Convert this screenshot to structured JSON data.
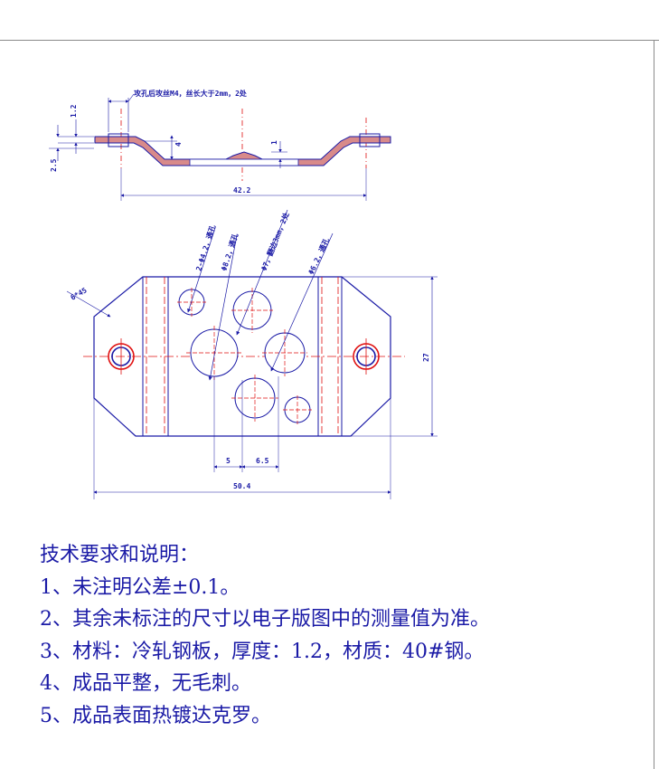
{
  "drawing": {
    "top_callout": "攻孔后攻丝M4，丝长大于2mm，2处",
    "dim_thickness": "1.2",
    "dim_flange_height": "2.5",
    "dim_depth": "4",
    "dim_bump": "1",
    "dim_side_length": "42.2",
    "callout_2holes": "2-Φ4.2，通孔",
    "callout_8_2": "Φ8.2，通孔",
    "callout_7": "Φ7，翻边3mm，2处",
    "callout_6_2": "Φ6.2，通孔",
    "dim_corner": "6*45",
    "dim_height": "27",
    "dim_5": "5",
    "dim_6_5": "6.5",
    "dim_width": "50.4"
  },
  "notes": {
    "heading": "技术要求和说明：",
    "items": [
      "1、未注明公差±0.1。",
      "2、其余未标注的尺寸以电子版图中的测量值为准。",
      "3、材料：冷轧钢板，厚度：1.2，材质：40#钢。",
      "4、成品平整，无毛刺。",
      "5、成品表面热镀达克罗。"
    ]
  },
  "colors": {
    "outline": "#1a1aa6",
    "centerline": "#e01010",
    "section_fill": "#d88a8a",
    "dimension": "#1a1aa6"
  }
}
